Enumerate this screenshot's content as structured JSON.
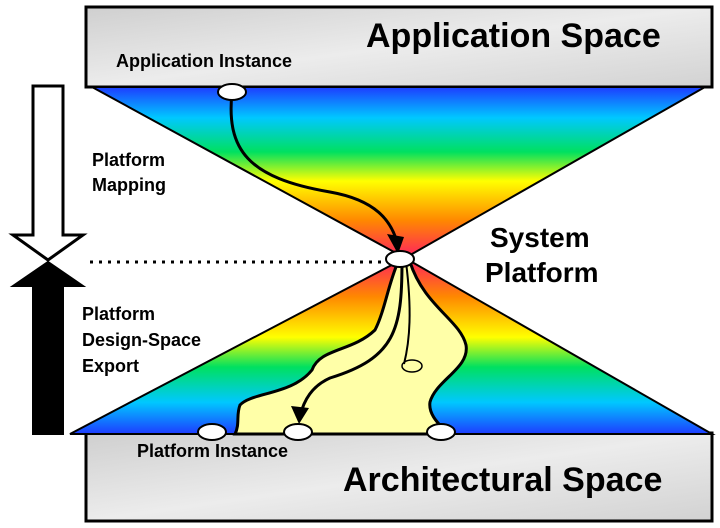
{
  "spaces": {
    "application_space": "Application Space",
    "architectural_space": "Architectural Space"
  },
  "labels": {
    "application_instance": "Application Instance",
    "platform_instance": "Platform Instance",
    "platform_mapping_1": "Platform",
    "platform_mapping_2": "Mapping",
    "export_1": "Platform",
    "export_2": "Design-Space",
    "export_3": "Export",
    "system_1": "System",
    "system_2": "Platform"
  },
  "colors": {
    "spectrum": [
      "#1e3cff",
      "#00c8ff",
      "#00e060",
      "#ffff00",
      "#ff8800",
      "#ff2060"
    ],
    "funnel_path": "#ffffa8",
    "box_fill": "#dcdcdc"
  },
  "icons": {
    "down_arrow": "hollow-down-arrow",
    "up_arrow": "solid-up-arrow"
  }
}
